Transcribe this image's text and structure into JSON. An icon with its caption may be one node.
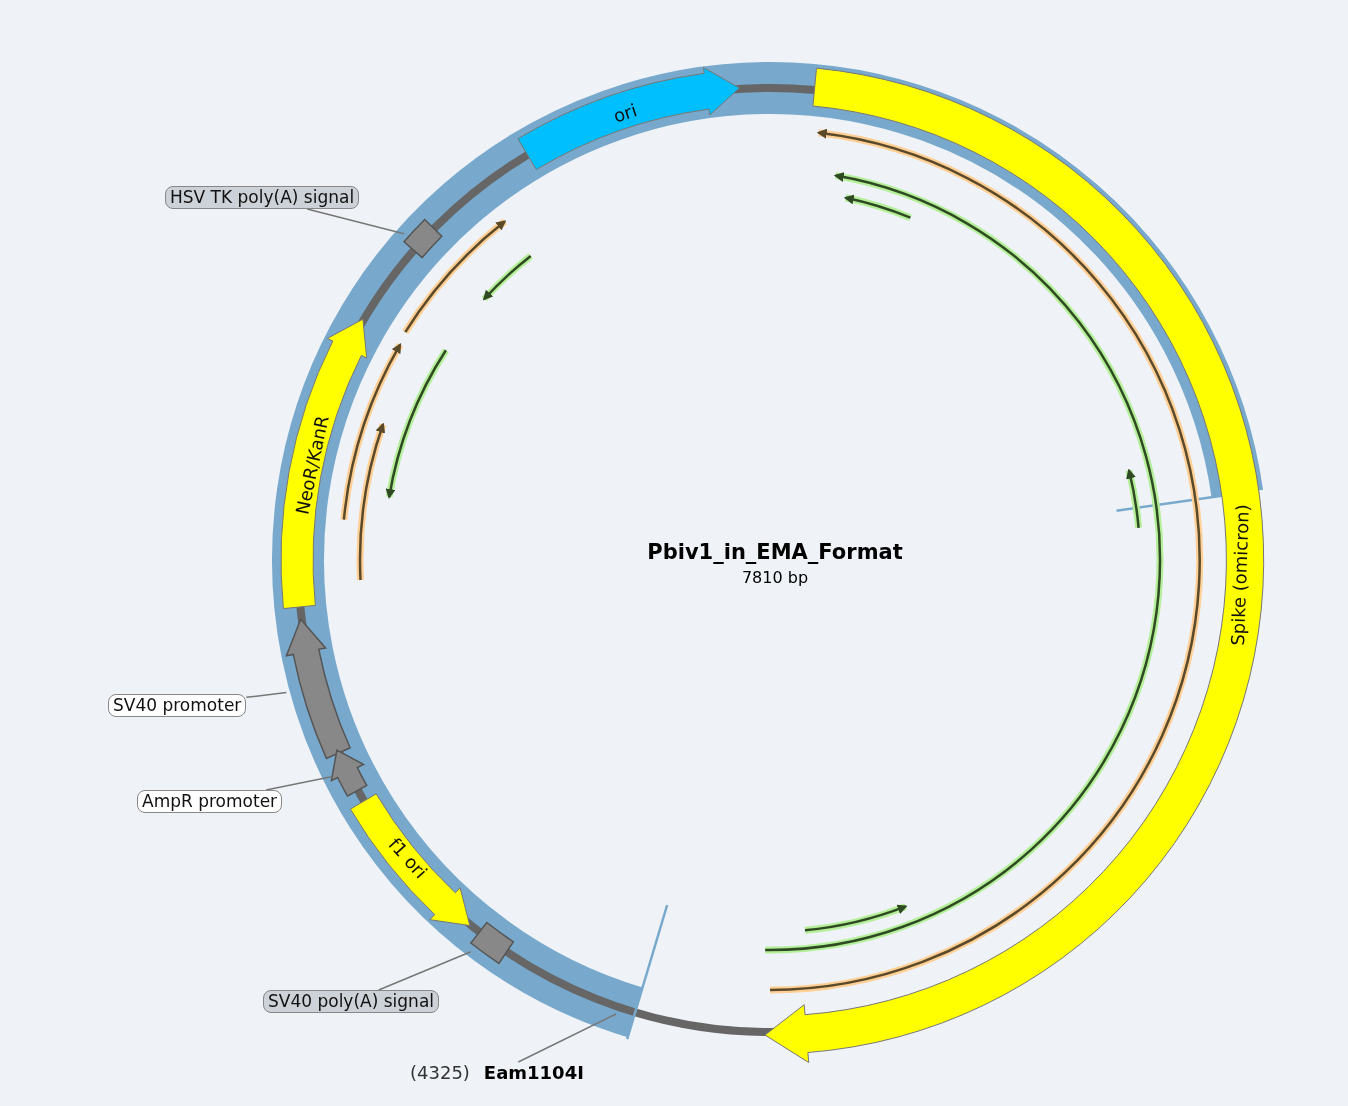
{
  "diagram": {
    "title": "Pbiv1_in_EMA_Format",
    "nodes": [
      {
        "text": [
          "ori"
        ]
      },
      {
        "text": [
          "Spike (omicron)"
        ]
      },
      {
        "text": [
          "HSV TK poly(A) signal"
        ]
      },
      {
        "text": [],
        "shape": "box"
      },
      {
        "text": [
          "NeoR/KanR"
        ]
      },
      {
        "text": [
          "SV40 promoter"
        ]
      },
      {
        "text": [],
        "shape": "arrow"
      },
      {
        "text": [
          "AmpR promoter"
        ]
      },
      {
        "text": [],
        "shape": "arrow"
      },
      {
        "text": [
          "f1 ori"
        ]
      },
      {
        "text": [
          "SV40 poly(A) signal"
        ]
      },
      {
        "text": [],
        "shape": "box"
      },
      {
        "text": [
          "(4325)",
          "Eam1104I"
        ]
      }
    ],
    "edges": [
      {
        "from": 2,
        "to": 3,
        "arrow": "none"
      },
      {
        "from": 5,
        "to": 6,
        "arrow": "none"
      },
      {
        "from": 7,
        "to": 8,
        "arrow": "none"
      },
      {
        "from": 10,
        "to": 11,
        "arrow": "none"
      },
      {
        "from": 12,
        "to": null,
        "arrow": "none"
      }
    ],
    "labels": [
      "7810 bp"
    ]
  }
}
